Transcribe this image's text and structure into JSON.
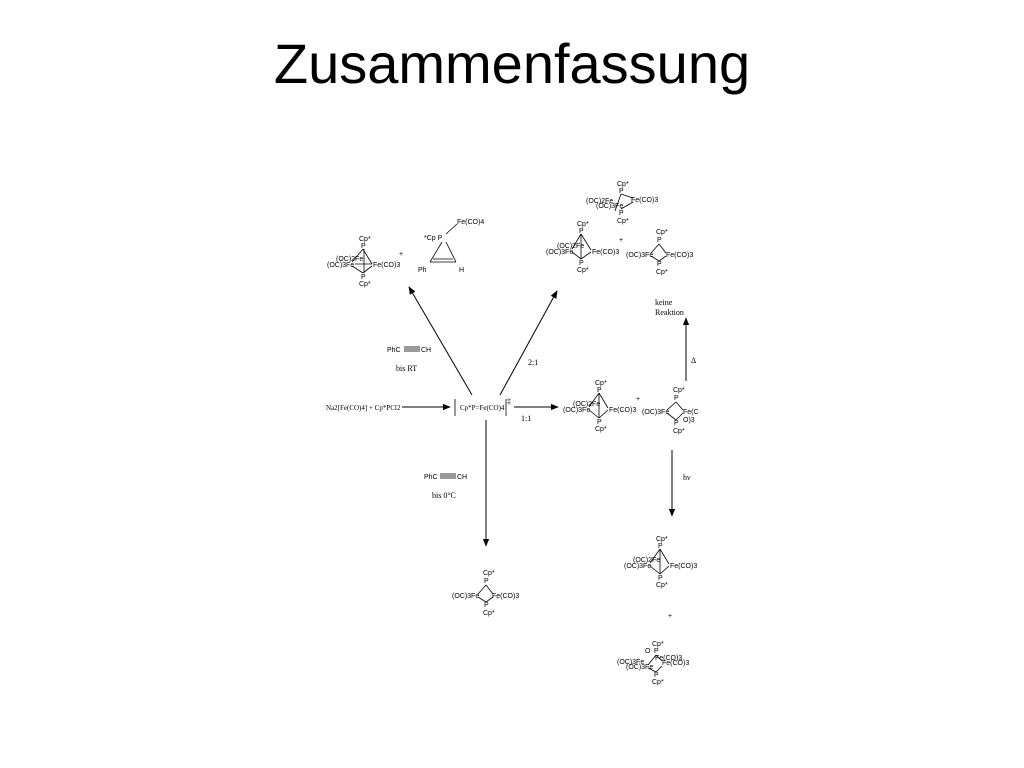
{
  "title": "Zusammenfassung",
  "labels": {
    "cp_star": "Cp*",
    "p": "P",
    "fe": "Fe",
    "fe_co3": "Fe(CO)3",
    "oc3fe": "(OC)3Fe",
    "oc2fe": "(OC)2Fe",
    "fe_co4": "Fe(CO)4",
    "cp_star_p": "*Cp P",
    "ph": "Ph",
    "h": "H",
    "o": "O",
    "plus": "+",
    "fe_c": "Fe(C",
    "o3": "O)3"
  },
  "reagents": {
    "start": "Na2[Fe(CO)4] + Cp*PCl2",
    "intermediate": "Cp*P=Fe(CO)4",
    "dagger": "‡",
    "alkyne_ph": "PhC",
    "alkyne_ch": "CH"
  },
  "conditions": {
    "rt": "bis RT",
    "zero_c": "bis 0°C",
    "ratio_21": "2:1",
    "ratio_11": "1:1",
    "delta": "Δ",
    "hv": "hν",
    "no_reaction_1": "keine",
    "no_reaction_2": "Reaktion"
  }
}
